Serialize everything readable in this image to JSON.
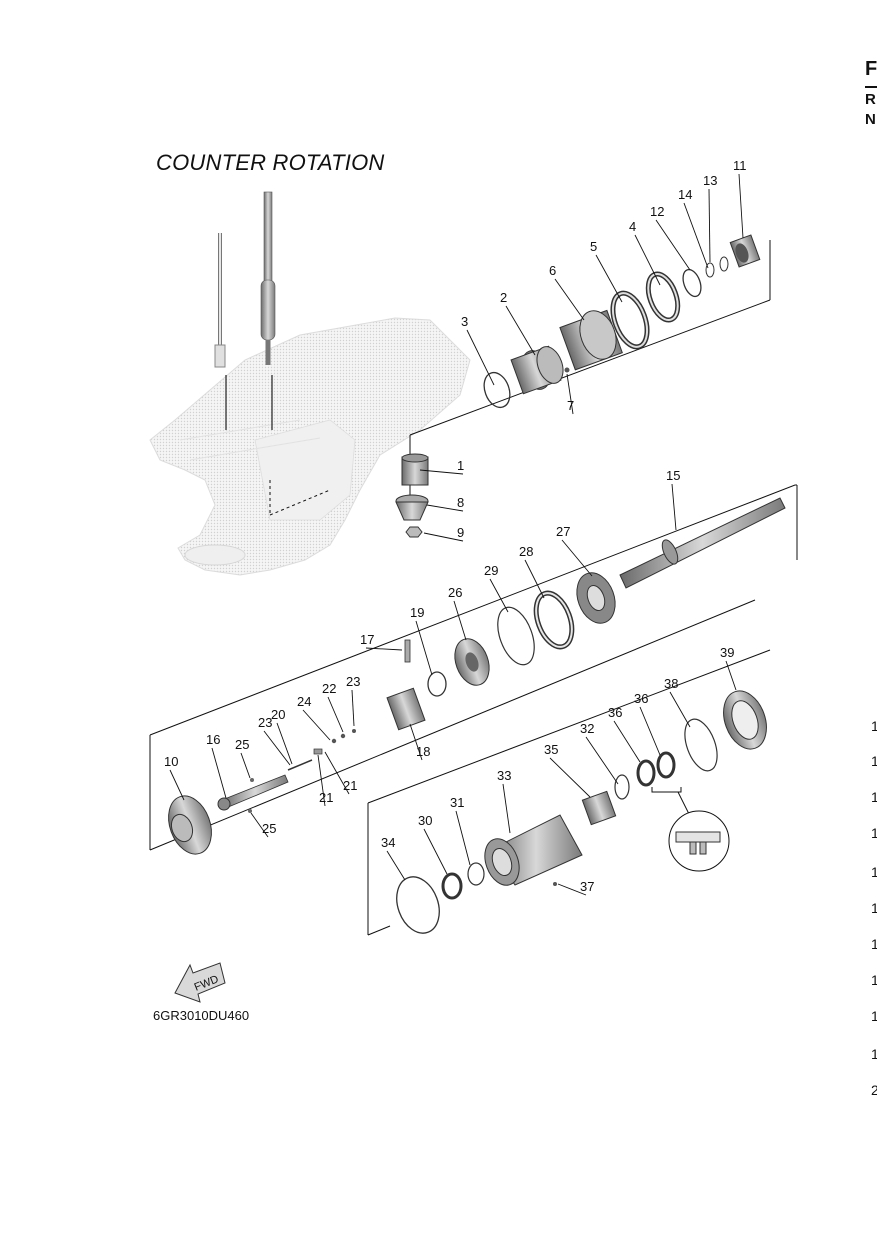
{
  "title": "COUNTER ROTATION",
  "drawing_code": "6GR3010DU460",
  "fwd_label": "FWD",
  "right_edge": {
    "header": "F",
    "rows": [
      "R",
      "N"
    ],
    "cut_numbers": [
      "1",
      "1",
      "1",
      "1",
      "1",
      "1",
      "1",
      "1",
      "1",
      "1",
      "2"
    ]
  },
  "callouts": [
    "1",
    "2",
    "3",
    "4",
    "5",
    "6",
    "7",
    "8",
    "9",
    "10",
    "11",
    "12",
    "13",
    "14",
    "15",
    "16",
    "17",
    "18",
    "19",
    "20",
    "21",
    "21",
    "22",
    "23",
    "23",
    "24",
    "25",
    "25",
    "26",
    "27",
    "28",
    "29",
    "30",
    "31",
    "32",
    "33",
    "34",
    "35",
    "36",
    "36",
    "37",
    "38",
    "39"
  ]
}
